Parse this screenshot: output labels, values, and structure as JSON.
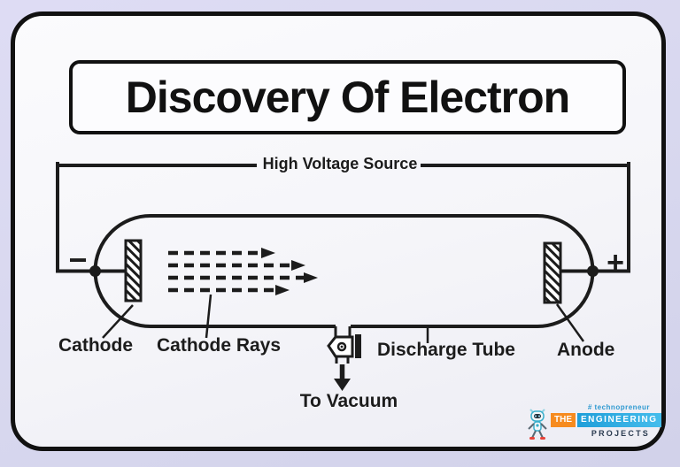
{
  "title": "Discovery Of Electron",
  "diagram": {
    "high_voltage_source_label": "High Voltage Source",
    "cathode_label": "Cathode",
    "cathode_rays_label": "Cathode Rays",
    "discharge_tube_label": "Discharge Tube",
    "anode_label": "Anode",
    "to_vacuum_label": "To Vacuum",
    "negative_terminal": "−",
    "positive_terminal": "+",
    "cathode_ray_count": 4
  },
  "logo": {
    "hashtag": "# technopreneur",
    "badge_the": "THE",
    "badge_engineering": "ENGINEERING",
    "badge_projects": "PROJECTS",
    "robot_icon": "robot-mascot-icon"
  },
  "colors": {
    "page_background": "#d9d9ef",
    "card_background": "#f7f7fa",
    "ink": "#1c1c1c",
    "logo_orange": "#f68b1f",
    "logo_blue": "#29abe2",
    "logo_navy": "#2b3b4f",
    "hashtag_blue": "#2f9ad1"
  }
}
